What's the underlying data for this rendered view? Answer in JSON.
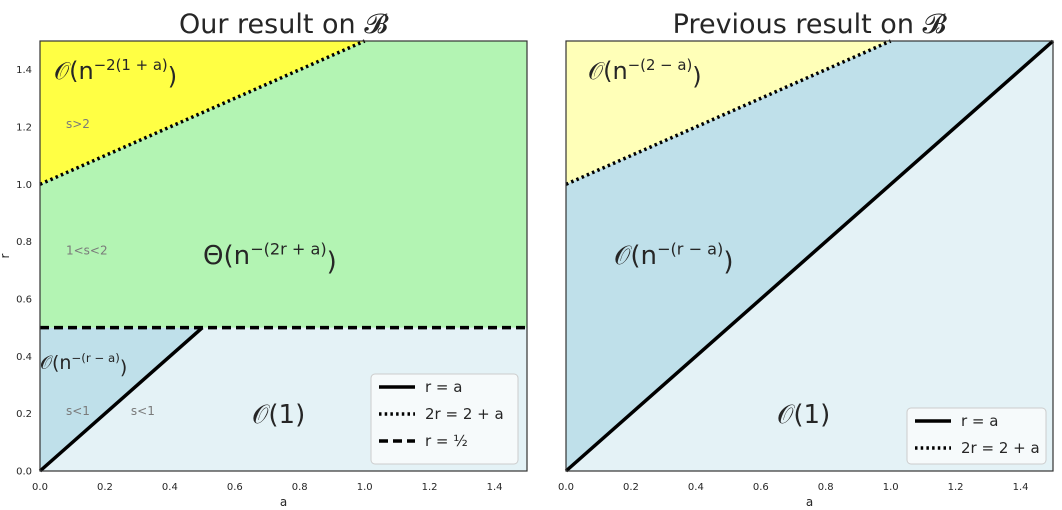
{
  "chart_data": [
    {
      "type": "area",
      "title": "Our result on 𝓑",
      "xlabel": "a",
      "ylabel": "r",
      "xlim": [
        0,
        1.5
      ],
      "ylim": [
        0,
        1.5
      ],
      "xticks": [
        "0.0",
        "0.2",
        "0.4",
        "0.6",
        "0.8",
        "1.0",
        "1.2",
        "1.4"
      ],
      "yticks": [
        "0.0",
        "0.2",
        "0.4",
        "0.6",
        "0.8",
        "1.0",
        "1.2",
        "1.4"
      ],
      "grid": false,
      "legend_position": "lower-right",
      "regions": [
        {
          "color": "#ffff44",
          "label": "𝒪(n",
          "sup": "−2(1 + a)",
          "polygon": [
            [
              0,
              1.0
            ],
            [
              1.0,
              1.5
            ],
            [
              0,
              1.5
            ]
          ]
        },
        {
          "color": "#b3f4b3",
          "label": "Θ(n",
          "sup": "−(2r + a)",
          "polygon": [
            [
              0,
              0.5
            ],
            [
              1.5,
              0.5
            ],
            [
              1.5,
              1.5
            ],
            [
              1.0,
              1.5
            ],
            [
              0,
              1.0
            ]
          ]
        },
        {
          "color": "#bfe0ea",
          "label": "𝒪(n",
          "sup": "−(r − a)",
          "polygon": [
            [
              0,
              0
            ],
            [
              0.5,
              0.5
            ],
            [
              0,
              0.5
            ]
          ]
        },
        {
          "color": "#e4f2f6",
          "label": "𝒪(1)",
          "sup": "",
          "polygon": [
            [
              0,
              0
            ],
            [
              1.5,
              0
            ],
            [
              1.5,
              0.5
            ],
            [
              0.5,
              0.5
            ]
          ]
        }
      ],
      "annotations": [
        {
          "text": "s>2",
          "x": 0.08,
          "y": 1.21
        },
        {
          "text": "1<s<2",
          "x": 0.08,
          "y": 0.77
        },
        {
          "text": "s<1",
          "x": 0.08,
          "y": 0.21
        },
        {
          "text": "s<1",
          "x": 0.28,
          "y": 0.21
        }
      ],
      "lines": [
        {
          "style": "solid",
          "label": "r = a",
          "points": [
            [
              0,
              0
            ],
            [
              0.5,
              0.5
            ]
          ]
        },
        {
          "style": "dotted",
          "label": "2r = 2 + a",
          "points": [
            [
              0,
              1.0
            ],
            [
              1.0,
              1.5
            ]
          ]
        },
        {
          "style": "dashed",
          "label": "r = ½",
          "points": [
            [
              0,
              0.5
            ],
            [
              1.5,
              0.5
            ]
          ]
        }
      ]
    },
    {
      "type": "area",
      "title": "Previous result on 𝓑",
      "xlabel": "a",
      "ylabel": "",
      "xlim": [
        0,
        1.5
      ],
      "ylim": [
        0,
        1.5
      ],
      "xticks": [
        "0.0",
        "0.2",
        "0.4",
        "0.6",
        "0.8",
        "1.0",
        "1.2",
        "1.4"
      ],
      "grid": false,
      "legend_position": "lower-right",
      "regions": [
        {
          "color": "#ffffb8",
          "label": "𝒪(n",
          "sup": "−(2 − a)",
          "polygon": [
            [
              0,
              1.0
            ],
            [
              1.0,
              1.5
            ],
            [
              0,
              1.5
            ]
          ]
        },
        {
          "color": "#bfe0ea",
          "label": "𝒪(n",
          "sup": "−(r − a)",
          "polygon": [
            [
              0,
              0
            ],
            [
              1.5,
              1.5
            ],
            [
              1.0,
              1.5
            ],
            [
              0,
              1.0
            ]
          ]
        },
        {
          "color": "#e4f2f6",
          "label": "𝒪(1)",
          "sup": "",
          "polygon": [
            [
              0,
              0
            ],
            [
              1.5,
              0
            ],
            [
              1.5,
              1.5
            ]
          ]
        }
      ],
      "lines": [
        {
          "style": "solid",
          "label": "r = a",
          "points": [
            [
              0,
              0
            ],
            [
              1.5,
              1.5
            ]
          ]
        },
        {
          "style": "dotted",
          "label": "2r = 2 + a",
          "points": [
            [
              0,
              1.0
            ],
            [
              1.0,
              1.5
            ]
          ]
        }
      ]
    }
  ]
}
